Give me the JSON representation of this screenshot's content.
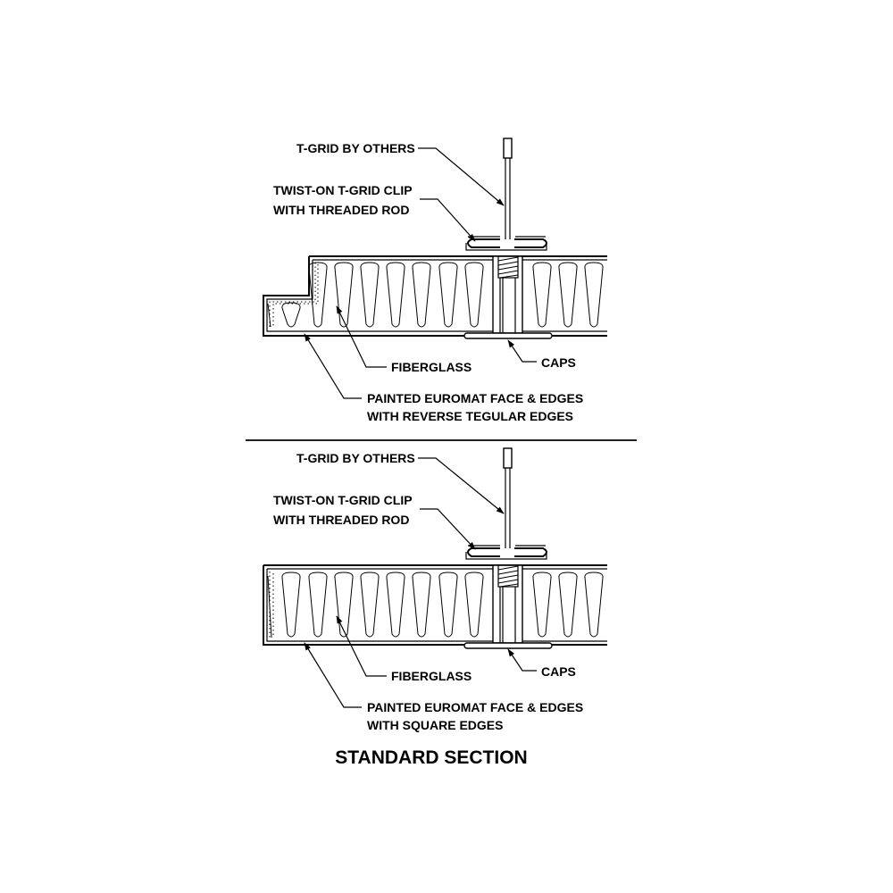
{
  "top_section": {
    "tgrid_label": "T-GRID BY OTHERS",
    "clip_label_line1": "TWIST-ON T-GRID CLIP",
    "clip_label_line2": "WITH THREADED ROD",
    "fiberglass_label": "FIBERGLASS",
    "caps_label": "CAPS",
    "face_label_line1": "PAINTED EUROMAT FACE & EDGES",
    "face_label_line2": "WITH REVERSE TEGULAR EDGES"
  },
  "bottom_section": {
    "tgrid_label": "T-GRID BY OTHERS",
    "clip_label_line1": "TWIST-ON T-GRID CLIP",
    "clip_label_line2": "WITH THREADED ROD",
    "fiberglass_label": "FIBERGLASS",
    "caps_label": "CAPS",
    "face_label_line1": "PAINTED EUROMAT FACE & EDGES",
    "face_label_line2": "WITH SQUARE EDGES"
  },
  "title": "STANDARD SECTION"
}
